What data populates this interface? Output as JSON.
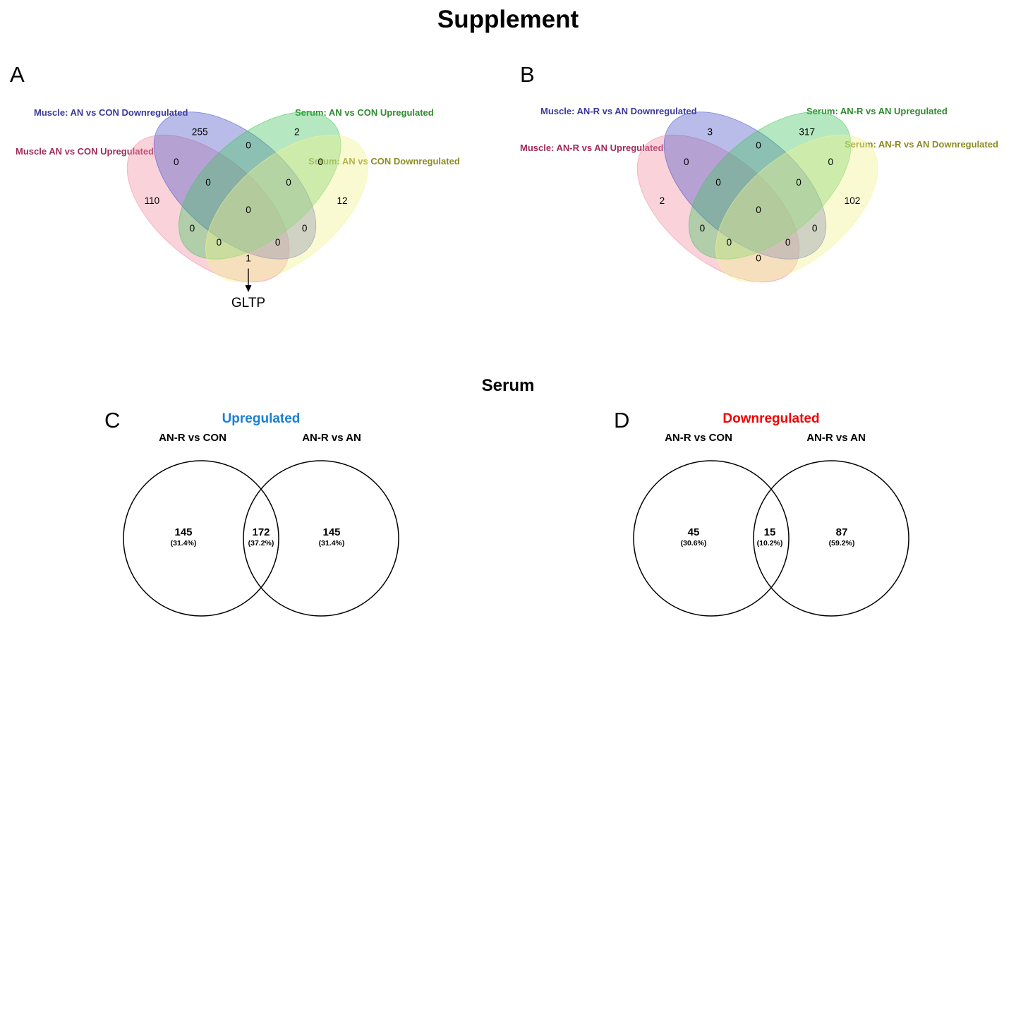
{
  "page": {
    "title": "Supplement",
    "section_title": "Serum"
  },
  "colors": {
    "muscle_up_label": "#9E2B5A",
    "muscle_down_label": "#3A3A9C",
    "serum_up_label": "#2E8B2E",
    "serum_down_label": "#8B8B22",
    "venn_pink": "#F08EA3",
    "venn_blue": "#5058C6",
    "venn_green": "#46C662",
    "venn_yellow": "#F3F38F",
    "upregulated_title": "#1B7FD6",
    "downregulated_title": "#F20000"
  },
  "panelA": {
    "label": "A",
    "set_labels": {
      "muscle_down": "Muscle: AN vs CON Downregulated",
      "serum_up": "Serum: AN vs CON Upregulated",
      "muscle_up": "Muscle AN vs CON Upregulated",
      "serum_down": "Serum: AN vs CON Downregulated"
    },
    "regions": {
      "r1000": "110",
      "r0100": "255",
      "r0010": "2",
      "r0001": "12",
      "r1100": "0",
      "r0110": "0",
      "r0011": "0",
      "r1010": "0",
      "r0101": "0",
      "r1001": "1",
      "r1110": "0",
      "r1101": "0",
      "r1011": "0",
      "r0111": "0",
      "r1111": "0"
    },
    "annotation": "GLTP"
  },
  "panelB": {
    "label": "B",
    "set_labels": {
      "muscle_down": "Muscle: AN-R vs AN Downregulated",
      "serum_up": "Serum: AN-R vs AN Upregulated",
      "muscle_up": "Muscle: AN-R vs AN Upregulated",
      "serum_down": "Serum: AN-R vs AN Downregulated"
    },
    "regions": {
      "r1000": "2",
      "r0100": "3",
      "r0010": "317",
      "r0001": "102",
      "r1100": "0",
      "r0110": "0",
      "r0011": "0",
      "r1010": "0",
      "r0101": "0",
      "r1001": "0",
      "r1110": "0",
      "r1101": "0",
      "r1011": "0",
      "r0111": "0",
      "r1111": "0"
    }
  },
  "panelC": {
    "label": "C",
    "title": "Upregulated",
    "left_set": "AN-R vs CON",
    "right_set": "AN-R vs AN",
    "left_only": {
      "value": "145",
      "pct": "(31.4%)"
    },
    "overlap": {
      "value": "172",
      "pct": "(37.2%)"
    },
    "right_only": {
      "value": "145",
      "pct": "(31.4%)"
    }
  },
  "panelD": {
    "label": "D",
    "title": "Downregulated",
    "left_set": "AN-R vs CON",
    "right_set": "AN-R vs AN",
    "left_only": {
      "value": "45",
      "pct": "(30.6%)"
    },
    "overlap": {
      "value": "15",
      "pct": "(10.2%)"
    },
    "right_only": {
      "value": "87",
      "pct": "(59.2%)"
    }
  }
}
